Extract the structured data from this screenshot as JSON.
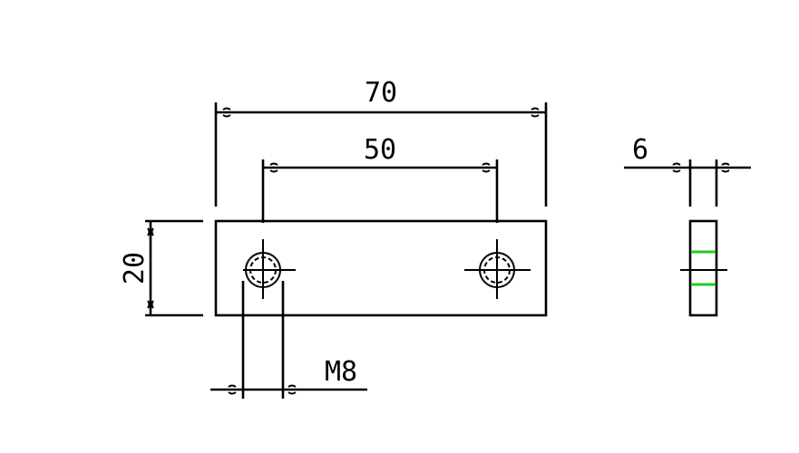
{
  "drawing": {
    "labels": {
      "overall_length": "70",
      "hole_spacing": "50",
      "height": "20",
      "thread": "M8",
      "thickness": "6"
    },
    "colors": {
      "line": "#000000",
      "thread_marker": "#22cc22",
      "background": "#ffffff"
    }
  }
}
